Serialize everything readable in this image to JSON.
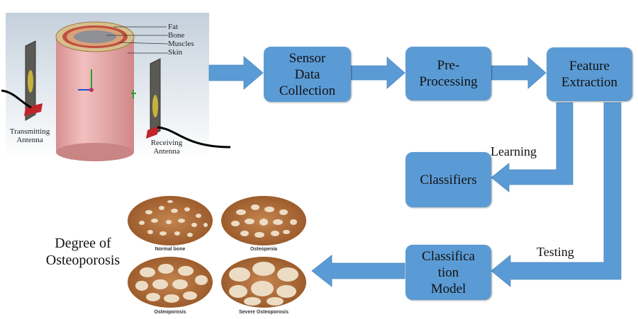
{
  "antenna_setup": {
    "layers": [
      "Fat",
      "Bone",
      "Muscles",
      "Skin"
    ],
    "transmitting_label": "Transmitting\nAntenna",
    "receiving_label": "Receiving\nAntenna"
  },
  "nodes": {
    "sensor": "Sensor\nData\nCollection",
    "preprocessing": "Pre-\nProcessing",
    "feature": "Feature\nExtraction",
    "classifiers": "Classifiers",
    "model": "Classifica\ntion\nModel"
  },
  "edge_labels": {
    "learning": "Learning",
    "testing": "Testing"
  },
  "outcome": {
    "title": "Degree of\nOsteoporosis",
    "samples": [
      "Normal bone",
      "Osteopenia",
      "Osteoporosis",
      "Severe Osteoporosis"
    ]
  },
  "colors": {
    "node_fill": "#5b9bd5",
    "arrow_fill": "#5b9bd5",
    "cylinder": "#e8a7a7",
    "bone_pore": "#e8d3b8",
    "bone_trabecula": "#b07040"
  }
}
